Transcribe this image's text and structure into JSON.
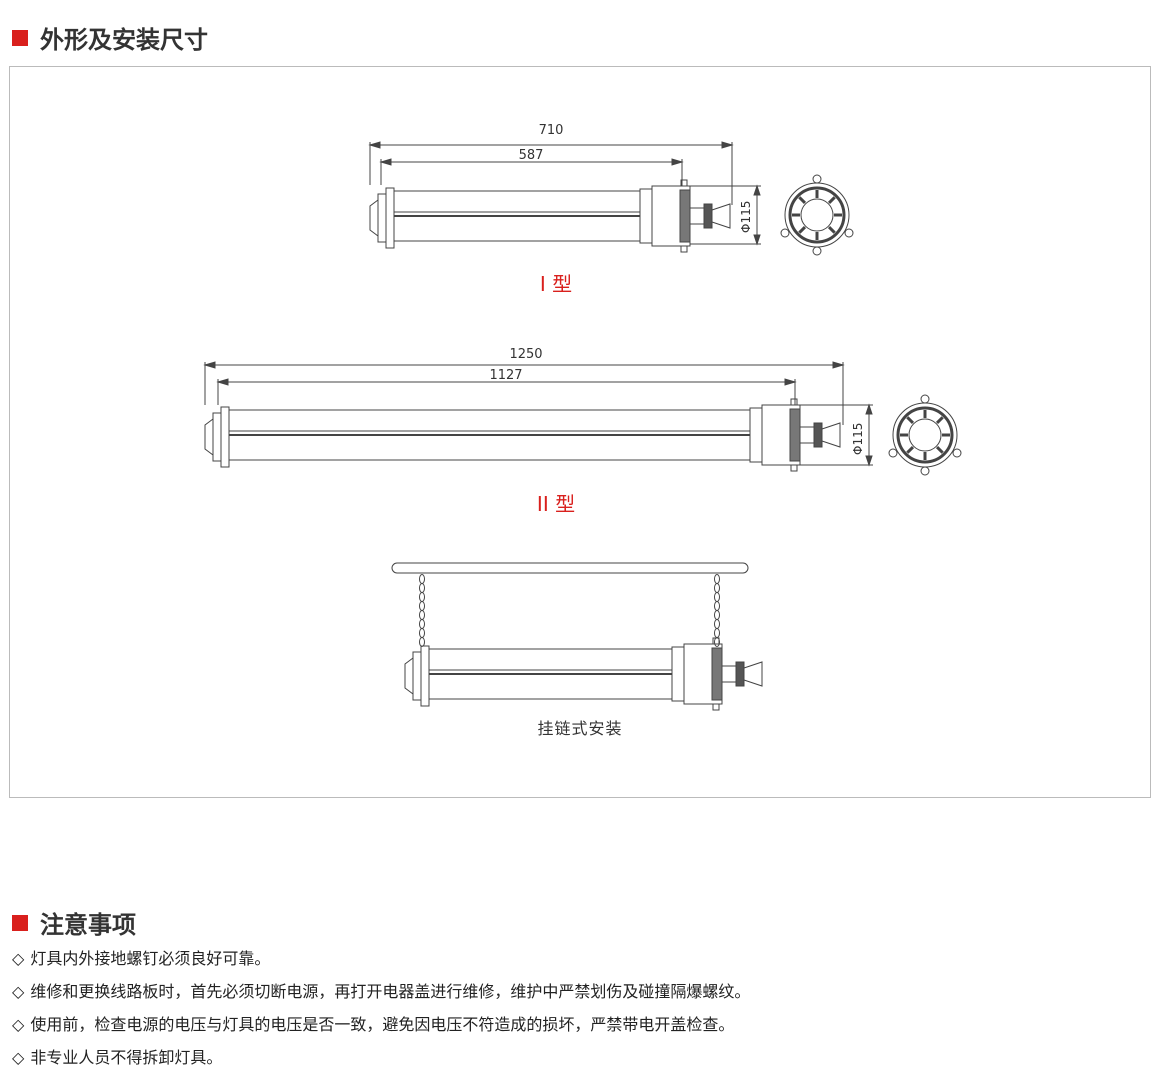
{
  "sections": {
    "dimensions_title": "外形及安装尺寸",
    "notes_title": "注意事项"
  },
  "drawings": {
    "type1": {
      "label": "I 型",
      "overall": "710",
      "inner": "587",
      "diameter": "Φ115"
    },
    "type2": {
      "label": "II 型",
      "overall": "1250",
      "inner": "1127",
      "diameter": "Φ115"
    },
    "chain": {
      "label": "挂链式安装"
    }
  },
  "notes": {
    "bullet": "◇",
    "items": [
      "灯具内外接地螺钉必须良好可靠。",
      "维修和更换线路板时，首先必须切断电源，再打开电器盖进行维修，维护中严禁划伤及碰撞隔爆螺纹。",
      "使用前，检查电源的电压与灯具的电压是否一致，避免因电压不符造成的损坏，严禁带电开盖检查。",
      "非专业人员不得拆卸灯具。"
    ]
  },
  "colors": {
    "accent": "#d9201d",
    "line": "#444444"
  }
}
